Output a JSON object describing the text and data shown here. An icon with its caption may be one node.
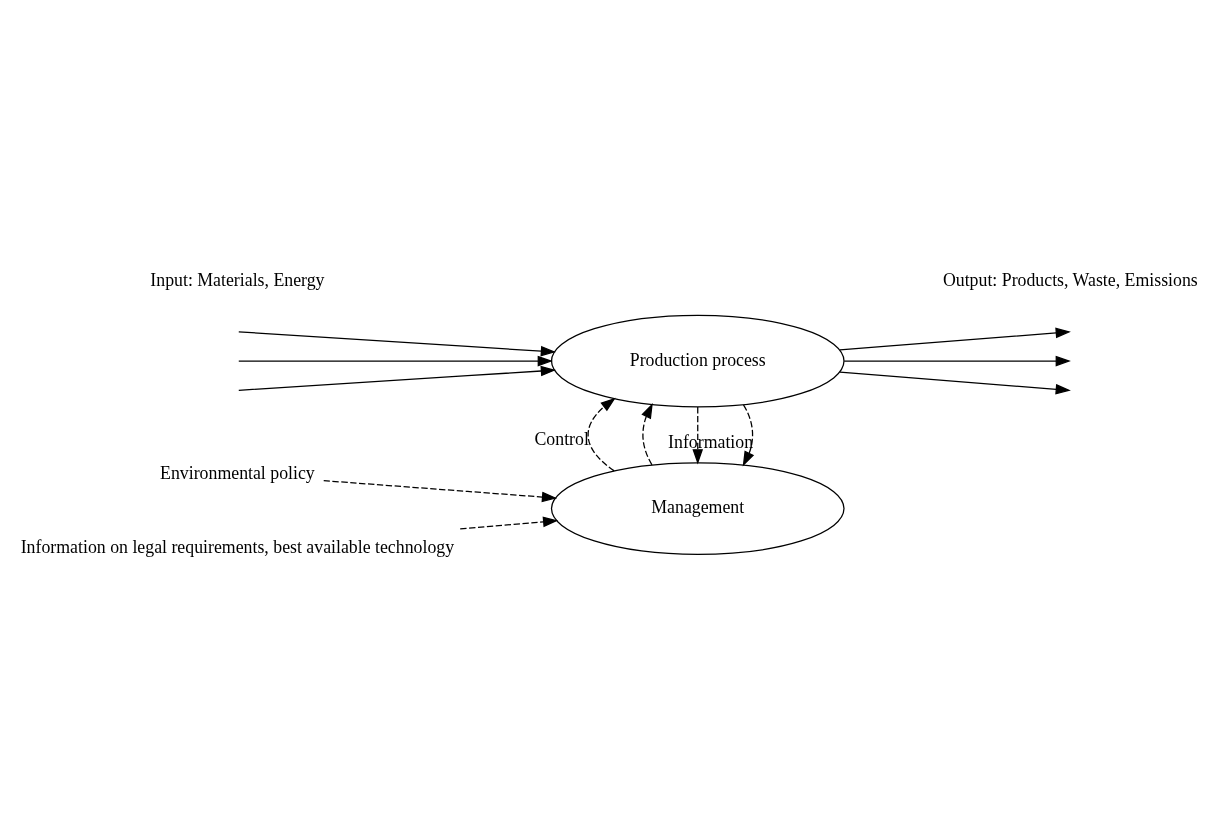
{
  "diagram": {
    "nodes": [
      {
        "text": [
          "Environmental policy"
        ]
      },
      {
        "text": [
          "Information on legal requirements, best available technology"
        ]
      },
      {
        "text": [
          "Management"
        ]
      },
      {
        "text": [
          "Production process"
        ]
      }
    ],
    "edges": [
      {
        "from": 0,
        "to": 2,
        "arrow": "to",
        "style": "dashed"
      },
      {
        "from": 1,
        "to": 2,
        "arrow": "to",
        "style": "dashed"
      },
      {
        "from": 3,
        "to": 2,
        "arrow": "to",
        "style": "dashed",
        "label": "Information"
      },
      {
        "from": 3,
        "to": 2,
        "arrow": "to",
        "style": "dashed"
      },
      {
        "from": 2,
        "to": 3,
        "arrow": "to",
        "style": "dashed"
      },
      {
        "from": 2,
        "to": 3,
        "arrow": "to",
        "style": "dashed",
        "label": "Control"
      },
      {
        "from": null,
        "to": 3,
        "arrow": "to"
      },
      {
        "from": null,
        "to": 3,
        "arrow": "to"
      },
      {
        "from": null,
        "to": 3,
        "arrow": "to"
      },
      {
        "from": 3,
        "to": null,
        "arrow": "to"
      },
      {
        "from": 3,
        "to": null,
        "arrow": "to"
      },
      {
        "from": 3,
        "to": null,
        "arrow": "to"
      }
    ],
    "labels": [
      "Input: Materials, Energy",
      "Output: Products, Waste, Emissions"
    ]
  }
}
